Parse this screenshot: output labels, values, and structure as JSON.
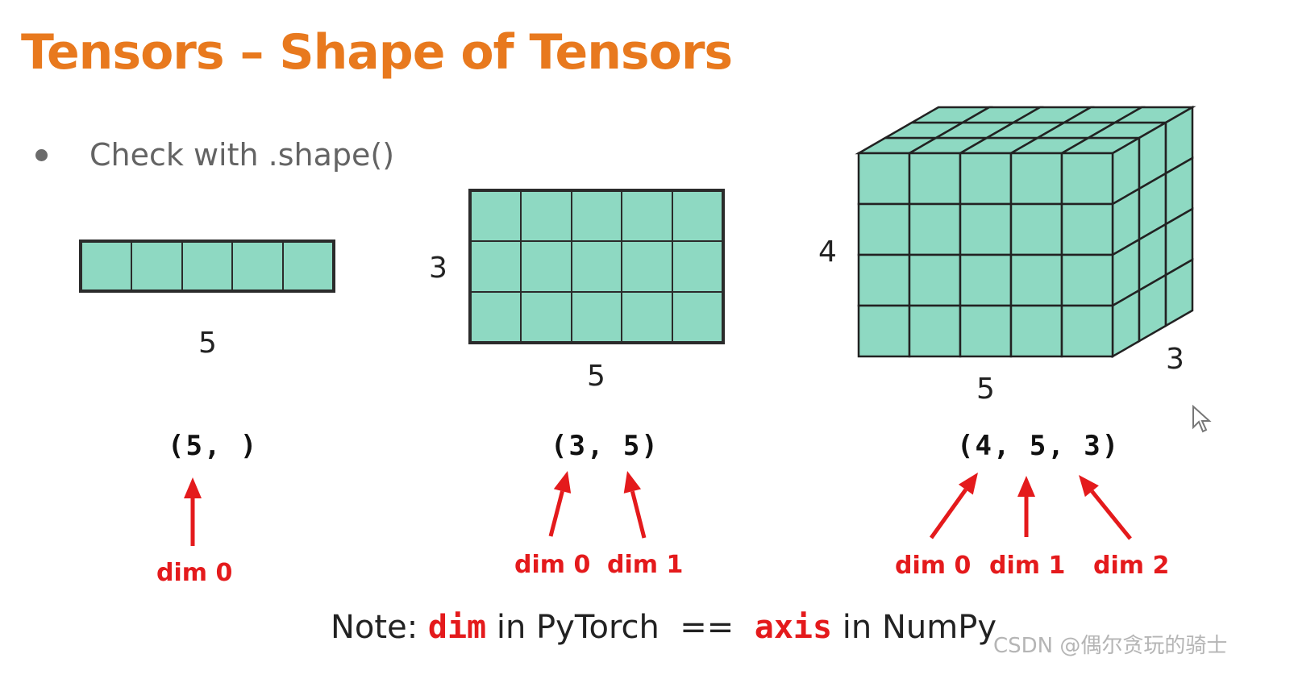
{
  "title": "Tensors – Shape of Tensors",
  "bullet": "Check with .shape()",
  "tensor_1d": {
    "len_label": "5",
    "shape": "(5, )",
    "dims": [
      "dim 0"
    ]
  },
  "tensor_2d": {
    "rows_label": "3",
    "cols_label": "5",
    "shape": "(3, 5)",
    "dims": [
      "dim 0",
      "dim 1"
    ]
  },
  "tensor_3d": {
    "height_label": "4",
    "width_label": "5",
    "depth_label": "3",
    "shape": "(4, 5, 3)",
    "dims": [
      "dim 0",
      "dim 1",
      "dim 2"
    ]
  },
  "note": {
    "prefix": "Note: ",
    "kw1": "dim",
    "mid": " in PyTorch  ==  ",
    "kw2": "axis",
    "suffix": " in NumPy"
  },
  "watermark": "CSDN @偶尔贪玩的骑士",
  "colors": {
    "title": "#e8791e",
    "cell": "#8ed9c2",
    "arrow": "#e41a1c"
  }
}
